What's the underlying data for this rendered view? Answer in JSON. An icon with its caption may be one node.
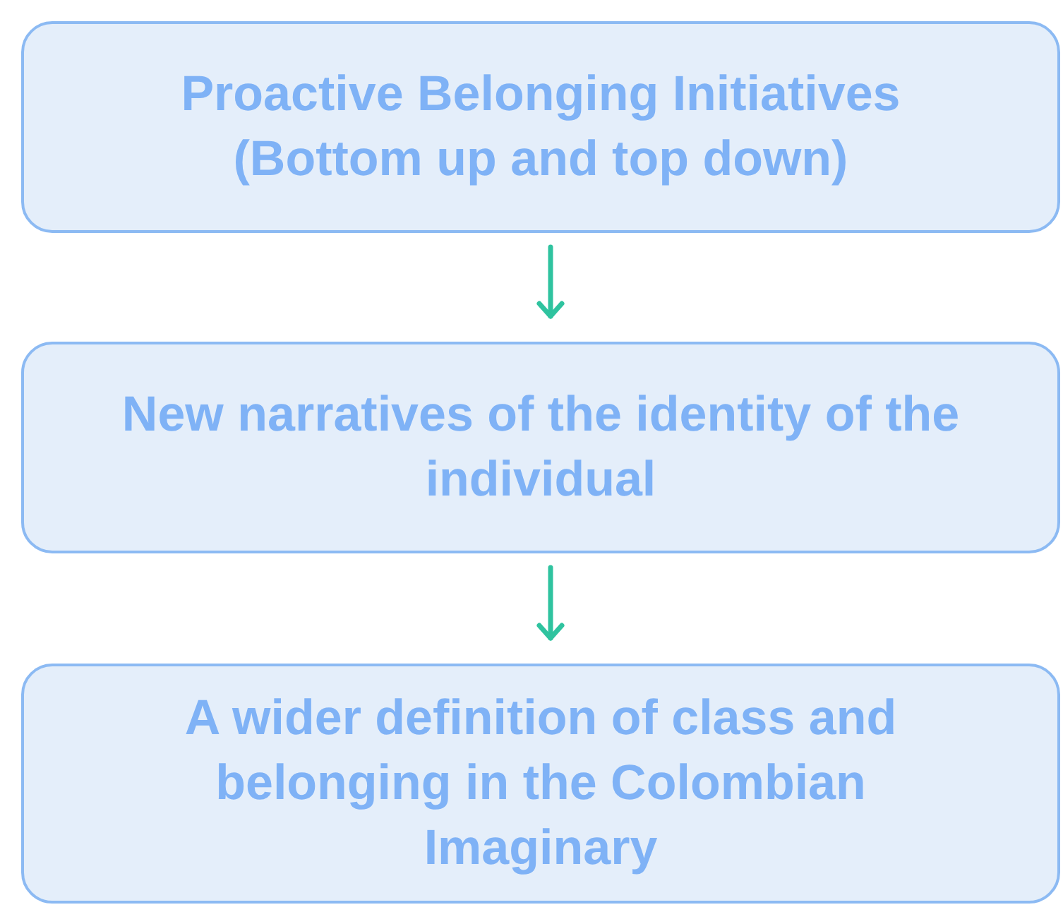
{
  "diagram": {
    "nodes": [
      {
        "text": [
          "Proactive Belonging Initiatives (Bottom up and top down)"
        ]
      },
      {
        "text": [
          "New narratives of the identity of the individual"
        ]
      },
      {
        "text": [
          "A wider definition of class and belonging in the Colombian Imaginary"
        ]
      }
    ],
    "edges": [
      {
        "from": 0,
        "to": 1,
        "arrow": "to"
      },
      {
        "from": 1,
        "to": 2,
        "arrow": "to"
      }
    ]
  }
}
